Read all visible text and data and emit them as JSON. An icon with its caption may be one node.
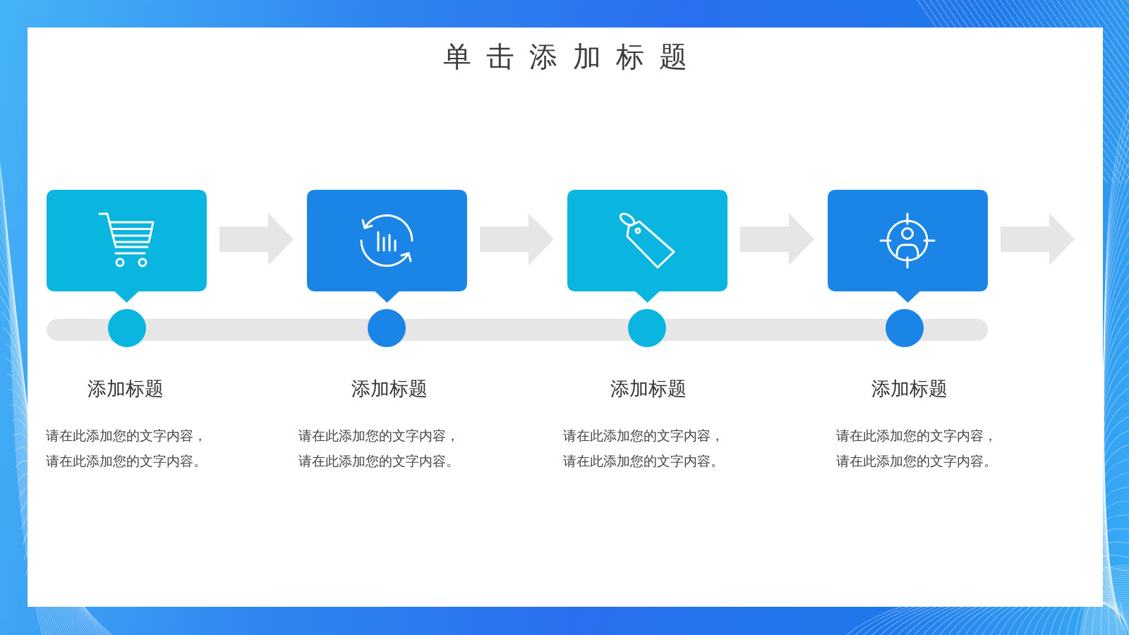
{
  "diagram": {
    "title": "单击添加标题",
    "nodes": [
      {
        "text": [],
        "shape": "box"
      },
      {
        "text": [],
        "shape": "box"
      },
      {
        "text": [],
        "shape": "box"
      },
      {
        "text": [],
        "shape": "box"
      },
      {
        "text": [],
        "shape": "circle",
        "beside": [
          "添加标题",
          "请在此添加您的文字内容，请在此添加您的文字内容。"
        ]
      },
      {
        "text": [],
        "shape": "circle",
        "beside": [
          "添加标题",
          "请在此添加您的文字内容，请在此添加您的文字内容。"
        ]
      },
      {
        "text": [],
        "shape": "circle",
        "beside": [
          "添加标题",
          "请在此添加您的文字内容，请在此添加您的文字内容。"
        ]
      },
      {
        "text": [],
        "shape": "circle",
        "beside": [
          "添加标题",
          "请在此添加您的文字内容，请在此添加您的文字内容。"
        ]
      }
    ],
    "edges": [
      {
        "from": 0,
        "to": 1,
        "arrow": "to"
      },
      {
        "from": 1,
        "to": 2,
        "arrow": "to"
      },
      {
        "from": 2,
        "to": 3,
        "arrow": "to"
      },
      {
        "from": 3,
        "to": null,
        "arrow": "to"
      }
    ]
  }
}
